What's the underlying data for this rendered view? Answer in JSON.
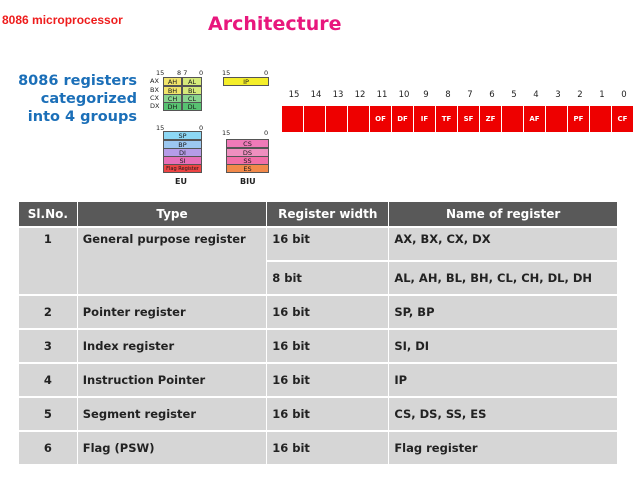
{
  "header": {
    "top_title": "8086 microprocessor",
    "arch_title": "Architecture"
  },
  "caption": [
    "8086 registers",
    "categorized",
    "into 4 groups"
  ],
  "register_diagram": {
    "eu_label": "EU",
    "biu_label": "BIU",
    "bit_labels": {
      "b15": "15",
      "b87": "8 7",
      "b0": "0"
    },
    "gp_rows": [
      {
        "name": "AX",
        "hi": "AH",
        "lo": "AL"
      },
      {
        "name": "BX",
        "hi": "BH",
        "lo": "BL"
      },
      {
        "name": "CX",
        "hi": "CH",
        "lo": "CL"
      },
      {
        "name": "DX",
        "hi": "DH",
        "lo": "DL"
      }
    ],
    "ip": "IP",
    "eu_regs": [
      "SP",
      "BP",
      "DI",
      "SI",
      "Flag Register"
    ],
    "biu_regs": [
      "CS",
      "DS",
      "SS",
      "ES"
    ],
    "colors": {
      "hi": "#f2e56a",
      "lo": "#d6ea7a",
      "gp_row": "#57c271",
      "ip": "#f4ee2a",
      "sp": "#8dd8f5",
      "bp": "#9cc8f0",
      "di": "#b59ce8",
      "si": "#e66fb8",
      "flag": "#ee4444",
      "cs": "#f07ab8",
      "ds": "#ef8fbf",
      "ss": "#f26ea8",
      "es": "#f2894a"
    }
  },
  "flag_register": {
    "bit_numbers": [
      "15",
      "14",
      "13",
      "12",
      "11",
      "10",
      "9",
      "8",
      "7",
      "6",
      "5",
      "4",
      "3",
      "2",
      "1",
      "0"
    ],
    "cells": [
      "",
      "",
      "",
      "",
      "OF",
      "DF",
      "IF",
      "TF",
      "SF",
      "ZF",
      "",
      "AF",
      "",
      "PF",
      "",
      "CF"
    ],
    "color": "#ee0000"
  },
  "table": {
    "headers": [
      "Sl.No.",
      "Type",
      "Register width",
      "Name of register"
    ],
    "rows": [
      {
        "no": "1",
        "type": "General purpose register",
        "width": "16 bit",
        "names": "AX, BX, CX, DX"
      },
      {
        "no": "",
        "type": "",
        "width": "8 bit",
        "names": "AL, AH, BL, BH, CL, CH, DL, DH"
      },
      {
        "no": "2",
        "type": "Pointer register",
        "width": "16 bit",
        "names": "SP, BP"
      },
      {
        "no": "3",
        "type": "Index register",
        "width": "16 bit",
        "names": "SI, DI"
      },
      {
        "no": "4",
        "type": "Instruction Pointer",
        "width": "16 bit",
        "names": "IP"
      },
      {
        "no": "5",
        "type": "Segment register",
        "width": "16 bit",
        "names": "CS, DS, SS, ES"
      },
      {
        "no": "6",
        "type": "Flag (PSW)",
        "width": "16 bit",
        "names": "Flag register"
      }
    ]
  }
}
